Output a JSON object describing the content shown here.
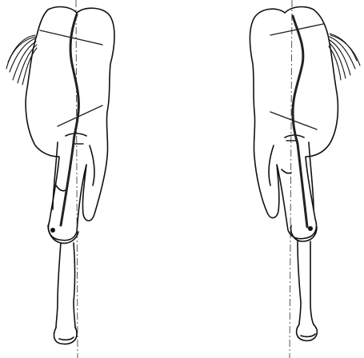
{
  "figure": {
    "panels": [
      {
        "id": "left",
        "subject": "horse-hindquarters-rear-view",
        "tail_side": "left",
        "trunk_line": "bent"
      },
      {
        "id": "right",
        "subject": "horse-hindquarters-rear-view",
        "tail_side": "right",
        "trunk_line": "bent"
      }
    ],
    "colors": {
      "line": "#111111",
      "plumb": "#555555",
      "background": "#ffffff"
    }
  }
}
